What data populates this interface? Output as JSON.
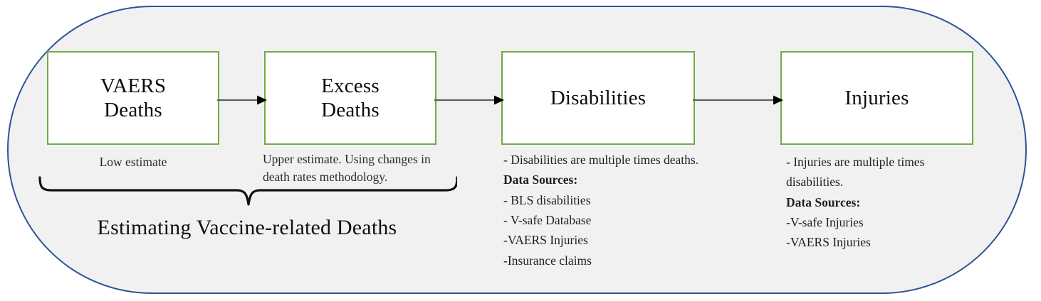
{
  "diagram": {
    "outer_shape": {
      "border_color": "#2E5496",
      "fill_color": "#F1F1F1"
    },
    "box_border_color": "#70AD47",
    "boxes": [
      {
        "id": "vaers-deaths",
        "line1": "VAERS",
        "line2": "Deaths"
      },
      {
        "id": "excess-deaths",
        "line1": "Excess",
        "line2": "Deaths"
      },
      {
        "id": "disabilities",
        "line1": "Disabilities",
        "line2": ""
      },
      {
        "id": "injuries",
        "line1": "Injuries",
        "line2": ""
      }
    ],
    "captions": {
      "low_estimate": "Low estimate",
      "upper_estimate_line1": "Upper estimate. Using changes in",
      "upper_estimate_line2": "death rates methodology."
    },
    "details": {
      "disabilities": [
        {
          "text": "- Disabilities are multiple times deaths.",
          "bold": false
        },
        {
          "text": "Data Sources:",
          "bold": true
        },
        {
          "text": "- BLS disabilities",
          "bold": false
        },
        {
          "text": "- V-safe Database",
          "bold": false
        },
        {
          "text": "-VAERS Injuries",
          "bold": false
        },
        {
          "text": "-Insurance claims",
          "bold": false
        }
      ],
      "injuries": [
        {
          "text": "- Injuries are multiple times disabilities.",
          "bold": false
        },
        {
          "text": "Data Sources:",
          "bold": true
        },
        {
          "text": "-V-safe Injuries",
          "bold": false
        },
        {
          "text": "-VAERS Injuries",
          "bold": false
        }
      ]
    },
    "brace_caption": "Estimating Vaccine-related Deaths"
  }
}
